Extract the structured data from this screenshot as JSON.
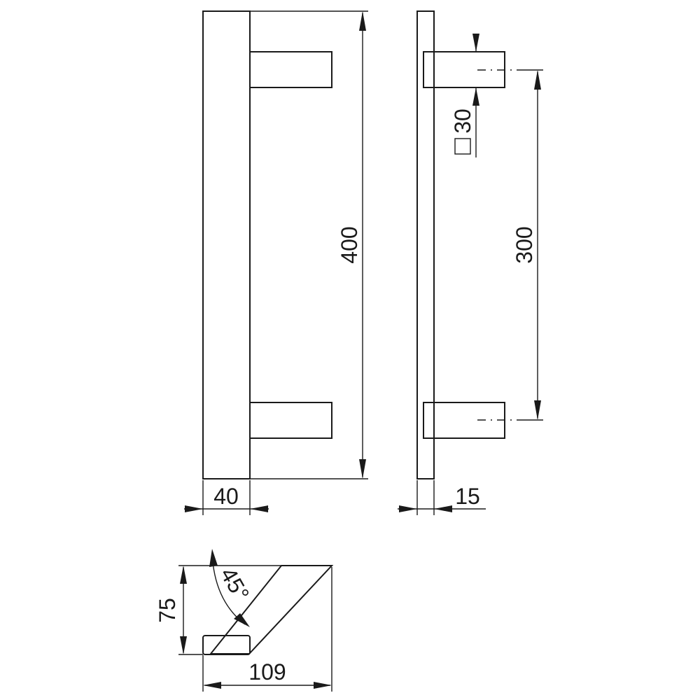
{
  "drawing": {
    "front_view": {
      "height_label": "400",
      "width_label": "40"
    },
    "side_view": {
      "spacing_label": "300",
      "section_label": "30",
      "section_symbol": "square",
      "thickness_label": "15"
    },
    "top_view": {
      "depth_label": "75",
      "projection_label": "109",
      "angle_label": "45°"
    }
  }
}
